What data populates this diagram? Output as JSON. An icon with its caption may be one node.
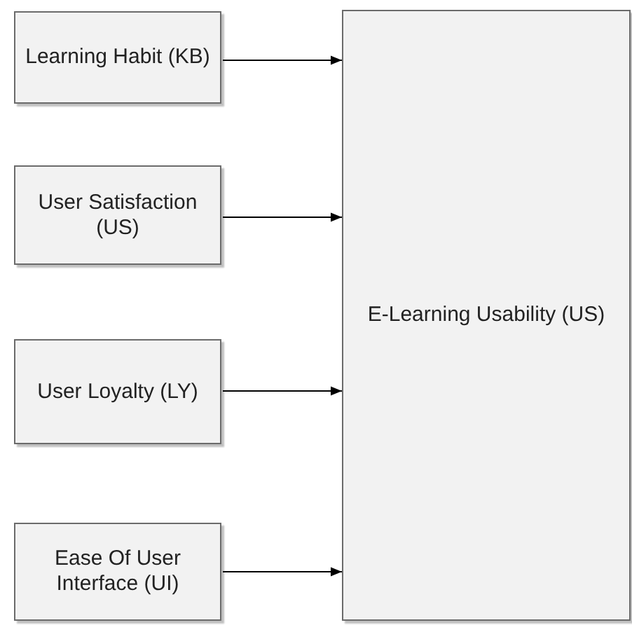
{
  "diagram": {
    "nodes": [
      {
        "text": [
          "Learning Habit (KB)"
        ]
      },
      {
        "text": [
          "User Satisfaction (US)"
        ]
      },
      {
        "text": [
          "User Loyalty (LY)"
        ]
      },
      {
        "text": [
          "Ease Of User Interface (UI)"
        ]
      },
      {
        "text": [
          "E-Learning Usability (US)"
        ]
      }
    ],
    "edges": [
      {
        "from": 0,
        "to": 4,
        "arrow": "to"
      },
      {
        "from": 1,
        "to": 4,
        "arrow": "to"
      },
      {
        "from": 2,
        "to": 4,
        "arrow": "to"
      },
      {
        "from": 3,
        "to": 4,
        "arrow": "to"
      }
    ]
  }
}
